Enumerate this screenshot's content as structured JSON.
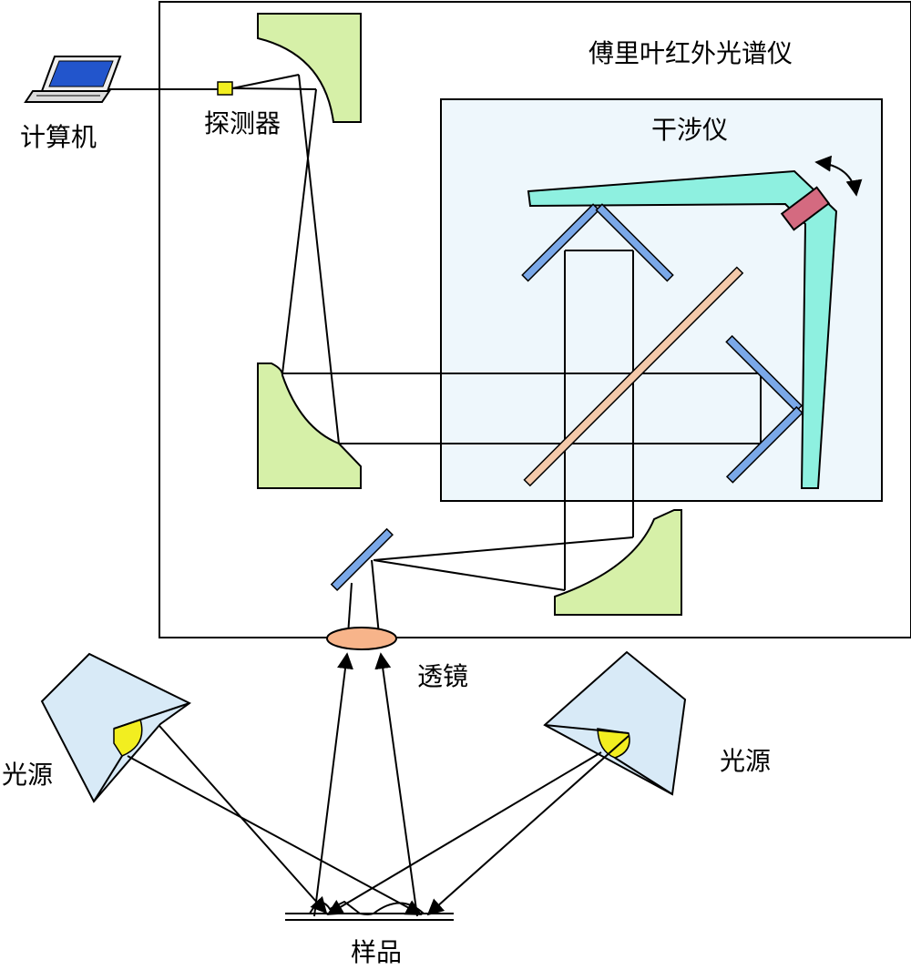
{
  "labels": {
    "spectrometer": "傅里叶红外光谱仪",
    "interferometer": "干涉仪",
    "computer": "计算机",
    "detector": "探测器",
    "lens": "透镜",
    "light_source_left": "光源",
    "light_source_right": "光源",
    "sample": "样品"
  },
  "colors": {
    "line": "#000000",
    "concave_mirror_fill": "#d6f0a8",
    "interferometer_box_fill": "#eef7fc",
    "arm_fill": "#8ef0e0",
    "flat_mirror_fill": "#7aa8e8",
    "beam_splitter_fill": "#f3c9aa",
    "pivot_fill": "#d46a80",
    "lens_fill": "#f7b48a",
    "lamp_housing_fill": "#d8eaf7",
    "lamp_bulb_fill": "#f2ee20",
    "detector_fill": "#f2ee20",
    "laptop_screen": "#2255cc"
  },
  "icons": [
    "laptop-icon",
    "rotation-arrow-icon"
  ]
}
